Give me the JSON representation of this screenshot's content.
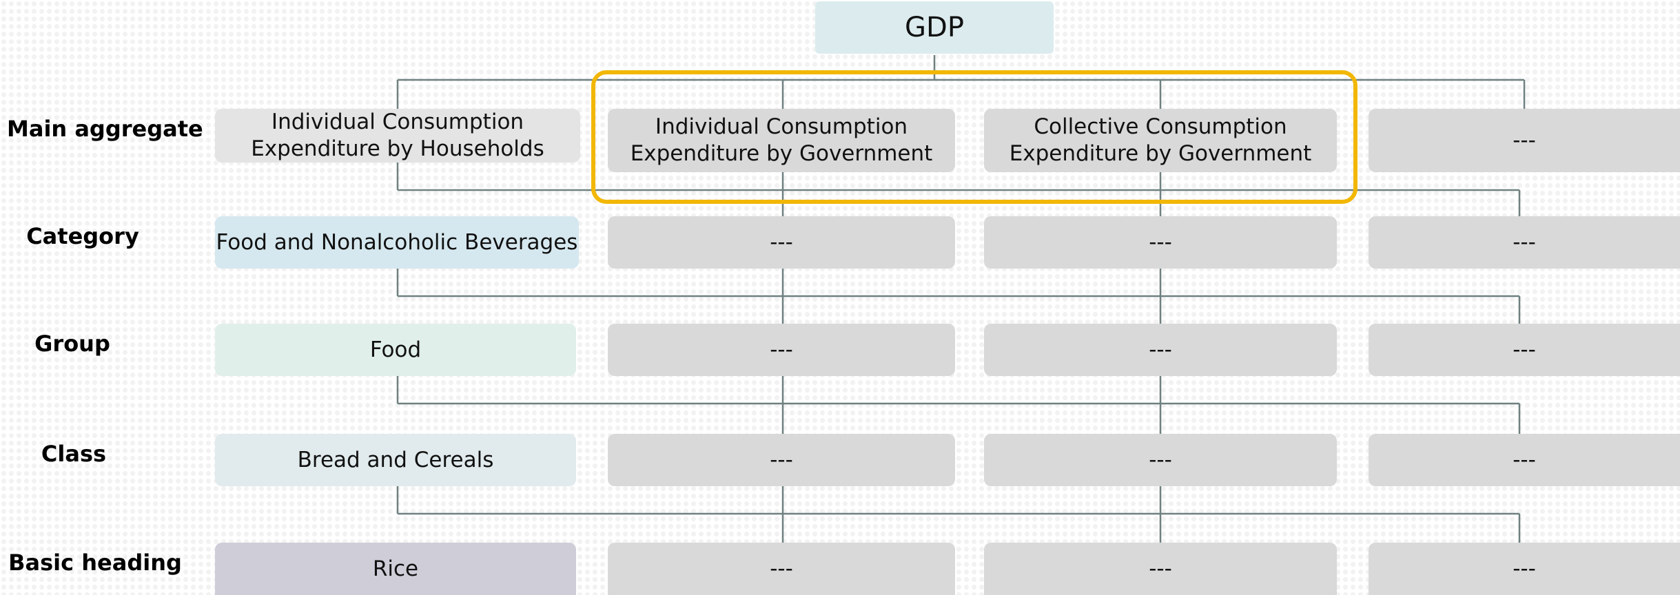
{
  "gdp": "GDP",
  "levels": {
    "main": "Main aggregate",
    "category": "Category",
    "group": "Group",
    "class": "Class",
    "basic": "Basic heading"
  },
  "main": {
    "col1": "Individual Consumption Expenditure by Households",
    "col2": "Individual Consumption Expenditure by Government",
    "col3": "Collective Consumption Expenditure by Government",
    "col4": "---"
  },
  "category": {
    "col1": "Food and Nonalcoholic Beverages",
    "col2": "---",
    "col3": "---",
    "col4": "---"
  },
  "group": {
    "col1": "Food",
    "col2": "---",
    "col3": "---",
    "col4": "---"
  },
  "class": {
    "col1": "Bread and Cereals",
    "col2": "---",
    "col3": "---",
    "col4": "---"
  },
  "basic": {
    "col1": "Rice",
    "col2": "---",
    "col3": "---",
    "col4": "---"
  },
  "colors": {
    "gdp": "#dcecee",
    "households": "#e4e4e4",
    "category_highlight": "#d6e8ef",
    "group_highlight": "#e1efea",
    "class_highlight": "#e1eaec",
    "basic_highlight": "#cfcdd8",
    "placeholder": "#d9d9d9",
    "connector": "#6f8080",
    "highlight_border": "#f2b705"
  }
}
